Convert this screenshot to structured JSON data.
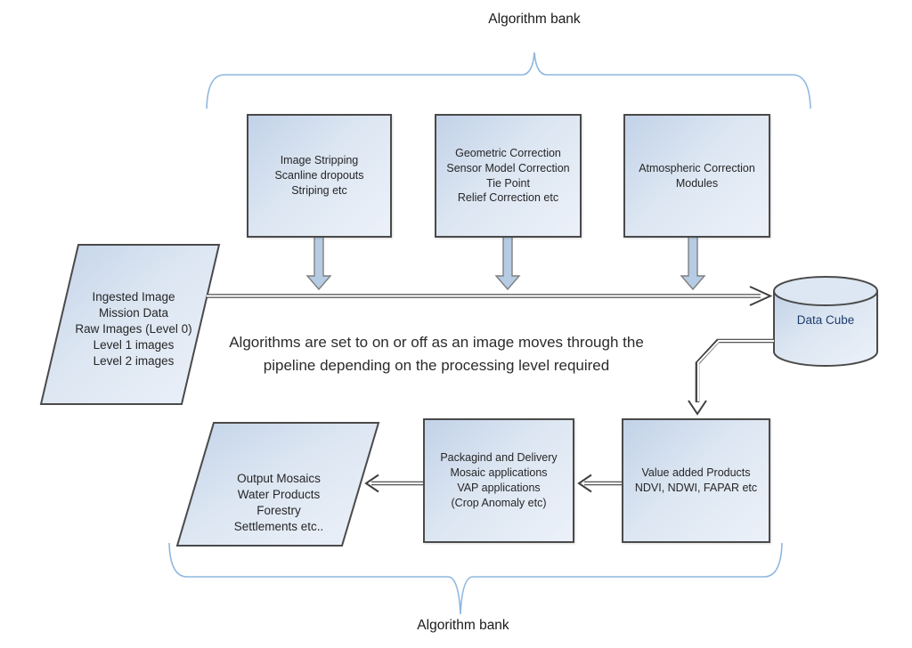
{
  "diagram": {
    "top_label": "Algorithm bank",
    "bottom_label": "Algorithm bank",
    "center_note": [
      "Algorithms are set to on or off as an image moves through the",
      "pipeline depending on the processing level required"
    ],
    "nodes": {
      "input": {
        "lines": [
          "Ingested Image",
          "Mission Data",
          "Raw Images (Level 0)",
          "Level 1 images",
          "Level 2 images"
        ]
      },
      "image_stripping": {
        "lines": [
          "Image Stripping",
          "Scanline dropouts",
          "Striping etc"
        ]
      },
      "geometric_correction": {
        "lines": [
          "Geometric Correction",
          "Sensor Model Correction",
          "Tie Point",
          "Relief Correction etc"
        ]
      },
      "atmospheric_correction": {
        "lines": [
          "Atmospheric Correction",
          "Modules"
        ]
      },
      "data_cube": {
        "label": "Data Cube"
      },
      "value_added": {
        "lines": [
          "Value added Products",
          "NDVI, NDWI, FAPAR etc"
        ]
      },
      "packaging": {
        "lines": [
          "Packagind and Delivery",
          "Mosaic applications",
          "VAP applications",
          "(Crop Anomaly etc)"
        ]
      },
      "output": {
        "lines": [
          "Output Mosaics",
          "Water Products",
          "Forestry",
          "Settlements etc.."
        ]
      }
    },
    "colors": {
      "node_fill_top": "#c2d2e8",
      "node_fill_bottom": "#ecf1f9",
      "node_border": "#4a4a4a",
      "brace": "#8fb7e0",
      "connector": "#3f3f3f",
      "block_arrow_fill": "#b6cce4",
      "data_cube_text": "#1f3c6e",
      "text": "#262626"
    }
  }
}
